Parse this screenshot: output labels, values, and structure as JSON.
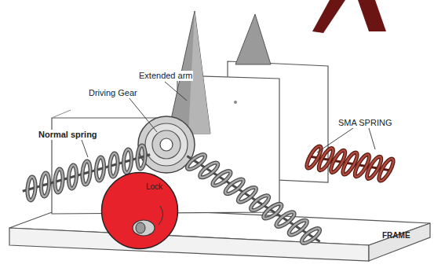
{
  "diagram": {
    "nodes": [
      {
        "text": [
          "Lock"
        ]
      }
    ],
    "labels": [
      "Extended arm",
      "Driving Gear",
      "Normal spring",
      "SMA SPRING",
      "FRAME"
    ]
  }
}
